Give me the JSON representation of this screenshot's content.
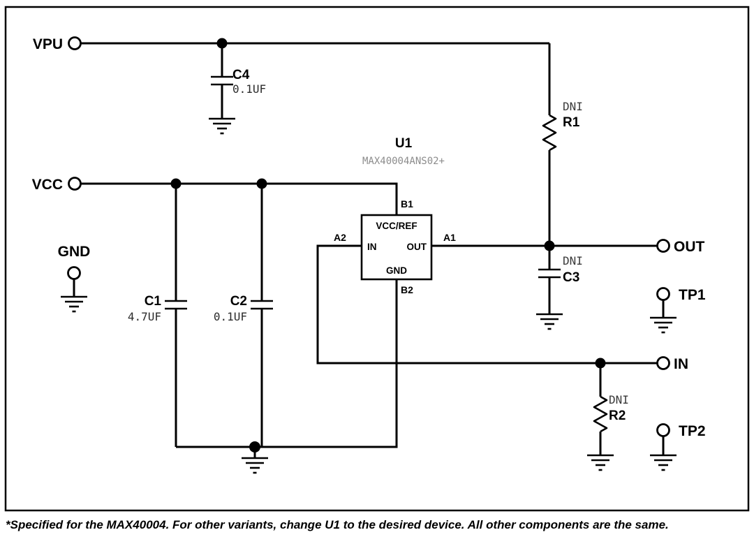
{
  "terminals": {
    "vpu": "VPU",
    "vcc": "VCC",
    "gnd": "GND",
    "out": "OUT",
    "tp1": "TP1",
    "in": "IN",
    "tp2": "TP2"
  },
  "components": {
    "c4": {
      "ref": "C4",
      "value": "0.1UF"
    },
    "c1": {
      "ref": "C1",
      "value": "4.7UF"
    },
    "c2": {
      "ref": "C2",
      "value": "0.1UF"
    },
    "c3": {
      "ref": "C3",
      "note": "DNI"
    },
    "r1": {
      "ref": "R1",
      "note": "DNI"
    },
    "r2": {
      "ref": "R2",
      "note": "DNI"
    },
    "u1": {
      "ref": "U1",
      "part": "MAX40004ANS02+",
      "pins": {
        "b1": "B1",
        "a2": "A2",
        "a1": "A1",
        "b2": "B2"
      },
      "pin_functions": {
        "top": "VCC/REF",
        "left": "IN",
        "right": "OUT",
        "bottom": "GND"
      }
    }
  },
  "footnote": "*Specified for the MAX40004. For other variants, change U1 to the desired device. All other components are the same.",
  "colors": {
    "wire": "#000000",
    "part_number_gray": "#8c8c8c",
    "dni_gray": "#3a3a3a",
    "background": "#ffffff"
  }
}
